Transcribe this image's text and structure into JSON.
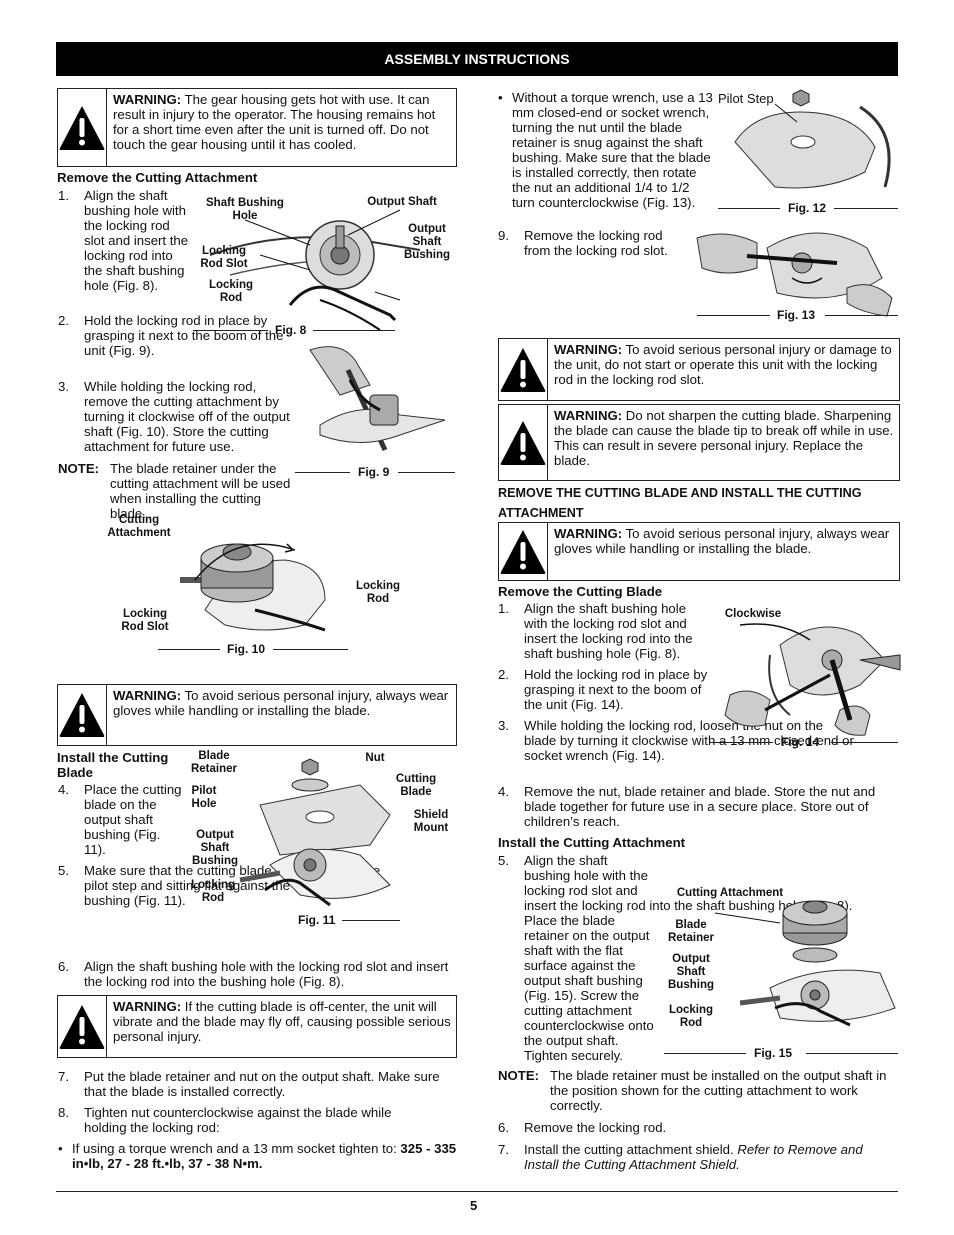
{
  "header": {
    "title": "ASSEMBLY INSTRUCTIONS"
  },
  "left": {
    "warning1": {
      "label": "WARNING:",
      "text": " The gear housing gets hot with use. It can result in injury to the operator. The housing remains hot for a short time even after the unit is turned off. Do not touch the gear housing until it has cooled."
    },
    "remove_heading": "Remove the Cutting Attachment",
    "steps_remove": [
      {
        "num": "1.",
        "text": "Align the shaft bushing hole with the locking rod slot and insert the locking rod into the shaft bushing hole (Fig. 8)."
      },
      {
        "num": "2.",
        "text": "Hold the locking rod in place by grasping it next to the boom of the unit (Fig. 9)."
      },
      {
        "num": "3.",
        "text": "While holding the locking rod, remove the cutting attachment by turning it clockwise off of the output shaft (Fig. 10). Store the cutting attachment for future use."
      }
    ],
    "note": {
      "label": "NOTE:",
      "text": "The blade retainer under the cutting attachment will be used when installing the cutting blade."
    },
    "fig8": {
      "caption": "Fig. 8",
      "labels": {
        "shaft_bushing_hole": "Shaft Bushing Hole",
        "output_shaft": "Output Shaft",
        "output_shaft_bushing": "Output Shaft Bushing",
        "locking_rod_slot": "Locking Rod Slot",
        "locking_rod": "Locking Rod"
      }
    },
    "fig9": {
      "caption": "Fig. 9"
    },
    "fig10": {
      "caption": "Fig. 10",
      "labels": {
        "cutting_attachment": "Cutting Attachment",
        "locking_rod": "Locking Rod",
        "locking_rod_slot": "Locking Rod Slot"
      }
    },
    "warning2": {
      "label": "WARNING:",
      "text": " To avoid serious personal injury, always wear gloves while handling or installing the blade."
    },
    "install_heading": "Install the Cutting Blade",
    "steps_install": [
      {
        "num": "4.",
        "text": "Place the cutting blade on the output shaft bushing (Fig. 11)."
      },
      {
        "num": "5.",
        "text": "Make sure that the cutting blade is centered on the pilot step and sitting flat against the output shaft bushing (Fig. 11)."
      },
      {
        "num": "6.",
        "text": "Align the shaft bushing hole with the locking rod slot and insert the locking rod into the bushing hole (Fig. 8)."
      }
    ],
    "fig11": {
      "caption": "Fig. 11",
      "labels": {
        "blade_retainer": "Blade Retainer",
        "nut": "Nut",
        "cutting_blade": "Cutting Blade",
        "pilot_hole": "Pilot Hole",
        "shield_mount": "Shield Mount",
        "output_shaft_bushing": "Output Shaft Bushing",
        "locking_rod": "Locking Rod"
      }
    },
    "warning3": {
      "label": "WARNING:",
      "text": " If the cutting blade is off-center, the unit will vibrate and the blade may fly off, causing possible serious personal injury."
    },
    "steps_final": [
      {
        "num": "7.",
        "text": "Put the blade retainer and nut on the output shaft. Make sure that the blade is installed correctly."
      },
      {
        "num": "8.",
        "text": "Tighten nut counterclockwise against the blade while holding the locking rod:"
      }
    ],
    "bullet_torque": {
      "mark": "•",
      "text": "If using a torque wrench and a 13 mm socket tighten to: ",
      "bold": "325 - 335 in•lb, 27 - 28 ft.•lb, 37 - 38 N•m."
    }
  },
  "right": {
    "bullet_no_torque": {
      "mark": "•",
      "text": "Without a torque wrench, use a 13 mm closed-end or socket wrench, turning the nut until the blade retainer is snug against the shaft bushing. Make sure that the blade is installed correctly, then rotate the nut an additional 1/4 to 1/2 turn counterclockwise (Fig. 13)."
    },
    "step9": {
      "num": "9.",
      "text": "Remove the locking rod from the locking rod slot."
    },
    "fig12": {
      "caption": "Fig. 12",
      "labels": {
        "pilot_step": "Pilot Step"
      }
    },
    "fig13": {
      "caption": "Fig. 13"
    },
    "warning4": {
      "label": "WARNING:",
      "text": " To avoid serious personal injury or damage to the unit, do not start or operate this unit with the locking rod in the locking rod slot."
    },
    "warning5": {
      "label": "WARNING:",
      "text": " Do not sharpen the cutting blade. Sharpening the blade can cause the blade tip to break off while in use. This can result in severe personal injury. Replace the blade."
    },
    "section_heading": "REMOVE THE CUTTING BLADE AND INSTALL THE CUTTING ATTACHMENT",
    "warning6": {
      "label": "WARNING:",
      "text": " To avoid serious personal injury, always wear gloves while handling or installing the blade."
    },
    "remove_blade_heading": "Remove the Cutting Blade",
    "steps_remove_blade": [
      {
        "num": "1.",
        "text": "Align the shaft bushing hole with the locking rod slot and insert the locking rod into the shaft bushing hole (Fig. 8)."
      },
      {
        "num": "2.",
        "text": "Hold the locking rod in place by grasping it next to the boom of the unit (Fig. 14)."
      },
      {
        "num": "3.",
        "text": "While holding the locking rod, loosen the nut on the blade by turning it clockwise with a 13 mm closed-end or socket wrench (Fig. 14)."
      },
      {
        "num": "4.",
        "text": "Remove the nut, blade retainer and blade. Store the nut and blade together for future use in a secure place. Store out of children’s reach."
      }
    ],
    "fig14": {
      "caption": "Fig. 14",
      "labels": {
        "clockwise": "Clockwise"
      }
    },
    "install_attach_heading": "Install the Cutting Attachment",
    "step5": {
      "num": "5.",
      "text": "Align the shaft bushing hole with the locking rod slot and insert the locking rod into the shaft bushing hole (Fig. 8). Place the blade retainer on the output shaft with the flat surface against the output shaft bushing (Fig. 15). Screw the cutting attachment counterclockwise onto the output shaft. Tighten securely."
    },
    "fig15": {
      "caption": "Fig. 15",
      "labels": {
        "cutting_attachment": "Cutting Attachment",
        "blade_retainer": "Blade Retainer",
        "output_shaft_bushing": "Output Shaft Bushing",
        "locking_rod": "Locking Rod"
      }
    },
    "note": {
      "label": "NOTE:",
      "text": "The blade retainer must be installed on the output shaft in the position shown for the cutting attachment to work correctly."
    },
    "step6": {
      "num": "6.",
      "text": "Remove the locking rod."
    },
    "step7": {
      "num": "7.",
      "text": "Install the cutting attachment shield. ",
      "italic": "Refer to Remove and Install the Cutting Attachment Shield."
    }
  },
  "footer": {
    "page_number": "5"
  }
}
